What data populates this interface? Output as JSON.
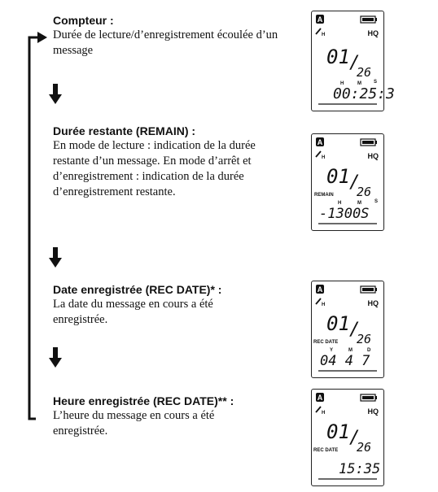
{
  "sections": [
    {
      "heading": "Compteur :",
      "description": "Durée de lecture/d’enregistrement écoulée d’un message",
      "display": {
        "folder": "A",
        "mode": "HQ",
        "message": "01",
        "total": "26",
        "label": "",
        "units": [
          "H",
          "M",
          "S"
        ],
        "readout": "00253",
        "readout_text": "00:25:3"
      }
    },
    {
      "heading": "Durée restante (REMAIN) :",
      "description": "En mode de lecture : indication de la durée restante d’un message. En mode d’arrêt et d’enregistrement : indication de la durée d’enregistrement restante.",
      "display": {
        "folder": "A",
        "mode": "HQ",
        "message": "01",
        "total": "26",
        "label": "REMAIN",
        "units": [
          "H",
          "M",
          "S"
        ],
        "readout": "-1300S"
      }
    },
    {
      "heading": "Date enregistrée (REC DATE)* :",
      "description": "La date du message en cours a été enregistrée.",
      "display": {
        "folder": "A",
        "mode": "HQ",
        "message": "01",
        "total": "26",
        "label": "REC DATE",
        "units": [
          "Y",
          "M",
          "D"
        ],
        "readout": "04 4 7"
      }
    },
    {
      "heading": "Heure enregistrée (REC DATE)** :",
      "description": "L’heure du message en cours a été enregistrée.",
      "display": {
        "folder": "A",
        "mode": "HQ",
        "message": "01",
        "total": "26",
        "label": "REC DATE",
        "units": [],
        "readout": "15:35"
      }
    }
  ]
}
